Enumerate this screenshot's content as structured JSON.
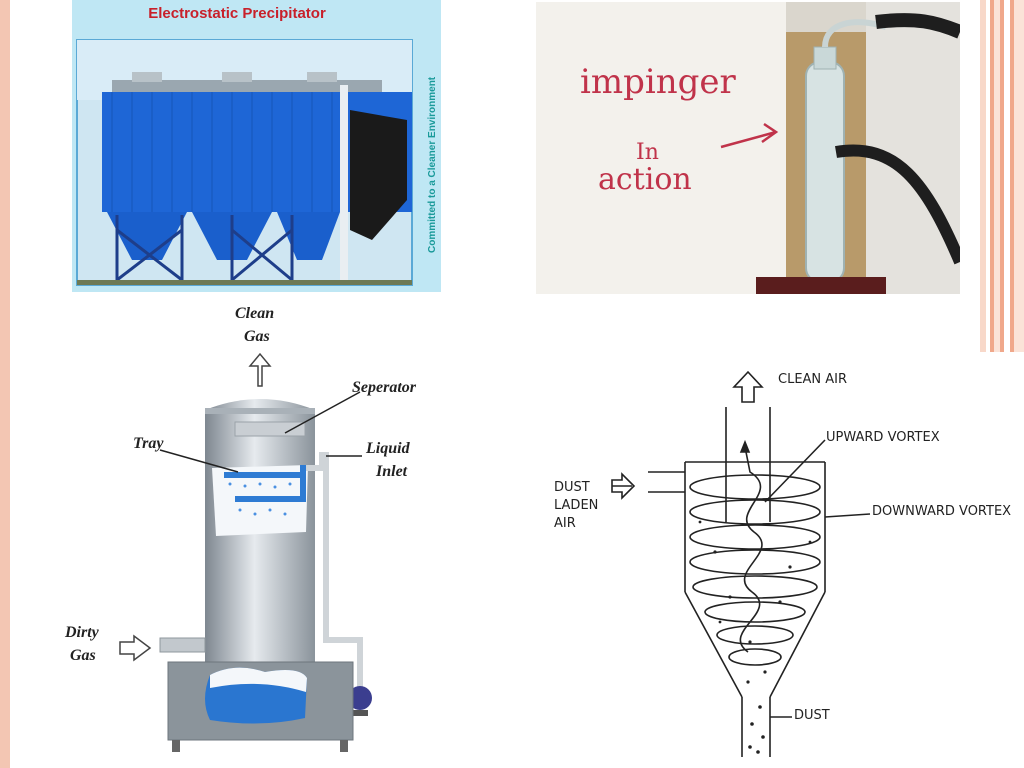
{
  "esp": {
    "title": "Electrostatic Precipitator",
    "slogan": "Committed to a Cleaner Environment"
  },
  "impinger": {
    "line1": "impinger",
    "line2": "In",
    "line3": "action"
  },
  "scrubber": {
    "clean_gas_1": "Clean",
    "clean_gas_2": "Gas",
    "separator": "Seperator",
    "tray": "Tray",
    "liquid_inlet_1": "Liquid",
    "liquid_inlet_2": "Inlet",
    "dirty_gas_1": "Dirty",
    "dirty_gas_2": "Gas"
  },
  "cyclone": {
    "clean_air": "CLEAN AIR",
    "upward_vortex": "UPWARD VORTEX",
    "downward_vortex": "DOWNWARD VORTEX",
    "dust_laden_1": "DUST",
    "dust_laden_2": "LADEN",
    "dust_laden_3": "AIR",
    "dust": "DUST"
  }
}
